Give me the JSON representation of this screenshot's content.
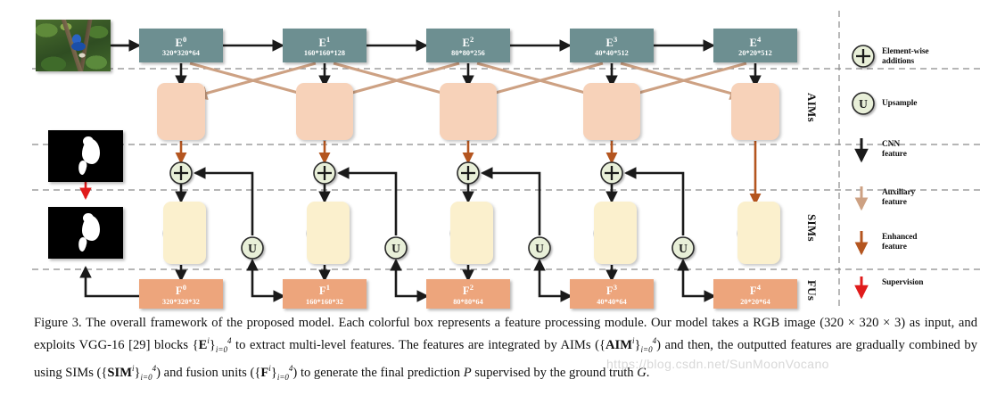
{
  "figure": {
    "number": "Figure 3.",
    "caption_l1": "Figure 3. The overall framework of the proposed model. Each colorful box represents a feature processing module. Our model takes a",
    "caption_l2": "RGB image (320 × 320 × 3) as input, and exploits VGG-16 [29] blocks {E",
    "caption_l3": "by AIMs ({AIM",
    "caption_l4": "to generate the final prediction P supervised by the ground truth G.",
    "watermark": "https://blog.csdn.net/SunMoonVocano"
  },
  "encoders": [
    {
      "name": "E",
      "index": "0",
      "dims": "320*320*64"
    },
    {
      "name": "E",
      "index": "1",
      "dims": "160*160*128"
    },
    {
      "name": "E",
      "index": "2",
      "dims": "80*80*256"
    },
    {
      "name": "E",
      "index": "3",
      "dims": "40*40*512"
    },
    {
      "name": "E",
      "index": "4",
      "dims": "20*20*512"
    }
  ],
  "fusion_units": [
    {
      "name": "F",
      "index": "0",
      "dims": "320*320*32"
    },
    {
      "name": "F",
      "index": "1",
      "dims": "160*160*32"
    },
    {
      "name": "F",
      "index": "2",
      "dims": "80*80*64"
    },
    {
      "name": "F",
      "index": "3",
      "dims": "40*40*64"
    },
    {
      "name": "F",
      "index": "4",
      "dims": "20*20*64"
    }
  ],
  "row_labels": {
    "aims": "AIMs",
    "sims": "SIMs",
    "fus": "FUs"
  },
  "operators": {
    "add_symbol": "+",
    "upsample_symbol": "U"
  },
  "legend": [
    {
      "id": "element-wise-additions",
      "symbol": "+",
      "label_l1": "Element-wise",
      "label_l2": "additions",
      "kind": "circle",
      "color": "#e8efd8"
    },
    {
      "id": "upsample",
      "symbol": "U",
      "label_l1": "Upsample",
      "label_l2": "",
      "kind": "circle",
      "color": "#e8efd8"
    },
    {
      "id": "cnn-feature",
      "symbol": "",
      "label_l1": "CNN",
      "label_l2": "feature",
      "kind": "arrow",
      "color": "#1a1a1a"
    },
    {
      "id": "auxiliary-feature",
      "symbol": "",
      "label_l1": "Auxiliary",
      "label_l2": "feature",
      "kind": "arrow",
      "color": "#cda183"
    },
    {
      "id": "enhanced-feature",
      "symbol": "",
      "label_l1": "Enhanced",
      "label_l2": "feature",
      "kind": "arrow",
      "color": "#b4551f"
    },
    {
      "id": "supervision",
      "symbol": "",
      "label_l1": "Supervision",
      "label_l2": "",
      "kind": "arrow",
      "color": "#e01b1b"
    }
  ],
  "colors": {
    "encoder": "#6d8f91",
    "fusion": "#eda57c",
    "aim": "#f7d2b9",
    "sim": "#fbf0cd",
    "node": "#585f64",
    "circle_fill": "#e8efd8",
    "cnn_arrow": "#1a1a1a",
    "aux_arrow": "#cda183",
    "enh_arrow": "#b4551f",
    "supervision_arrow": "#e01b1b",
    "divider": "#8a8a8a"
  },
  "images": {
    "input": {
      "label": "rgb-input-image",
      "alt": "blue bird perched on branch among green leaves"
    },
    "prediction": {
      "label": "prediction-mask",
      "alt": "white bird silhouette on black background"
    },
    "ground_truth": {
      "label": "ground-truth-mask",
      "alt": "white bird silhouette on black background"
    }
  }
}
